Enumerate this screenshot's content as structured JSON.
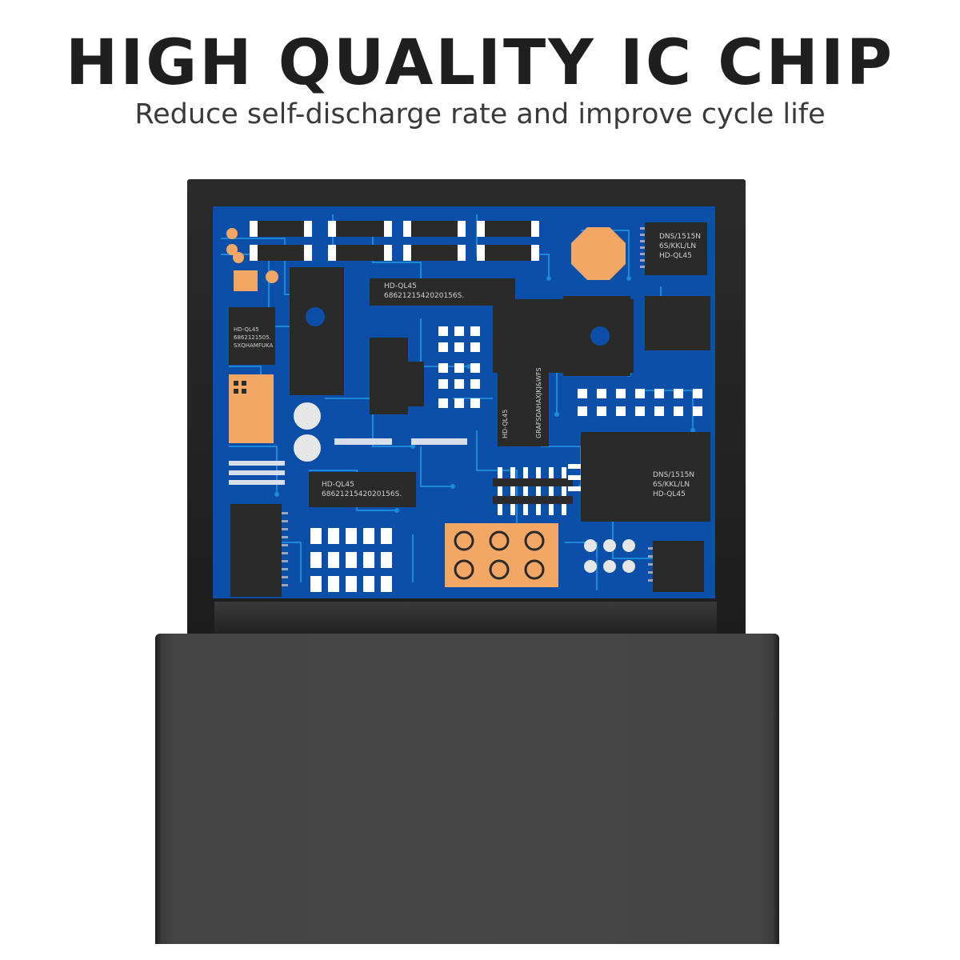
{
  "headline": "HIGH QUALITY IC CHIP",
  "subline": "Reduce self-discharge rate and improve cycle life",
  "colors": {
    "board": "#0b4fa8",
    "trace": "#1d8fe0",
    "chip": "#2a2a2a",
    "pad": "#f2a765",
    "case": "#3f3f3f"
  },
  "chip_labels": {
    "top_right_1": "DNS/1515N",
    "top_right_2": "6S/KKL/LN",
    "top_right_3": "HD-QL45",
    "mid_1": "HD-QL45",
    "mid_2": "6862121542020156S.",
    "left_1": "HD-QL45",
    "left_2": "6862121505.",
    "left_3": "SXQHAMFUKA",
    "center_1": "HD-QL45",
    "center_2": "6862121542020156S.",
    "right_1": "DNS/1515N",
    "right_2": "6S/KKL/LN",
    "right_3": "HD-QL45",
    "vertical_1": "HD-QL45",
    "vertical_2": "GRAFSDAHAXJKJ&WFS"
  }
}
